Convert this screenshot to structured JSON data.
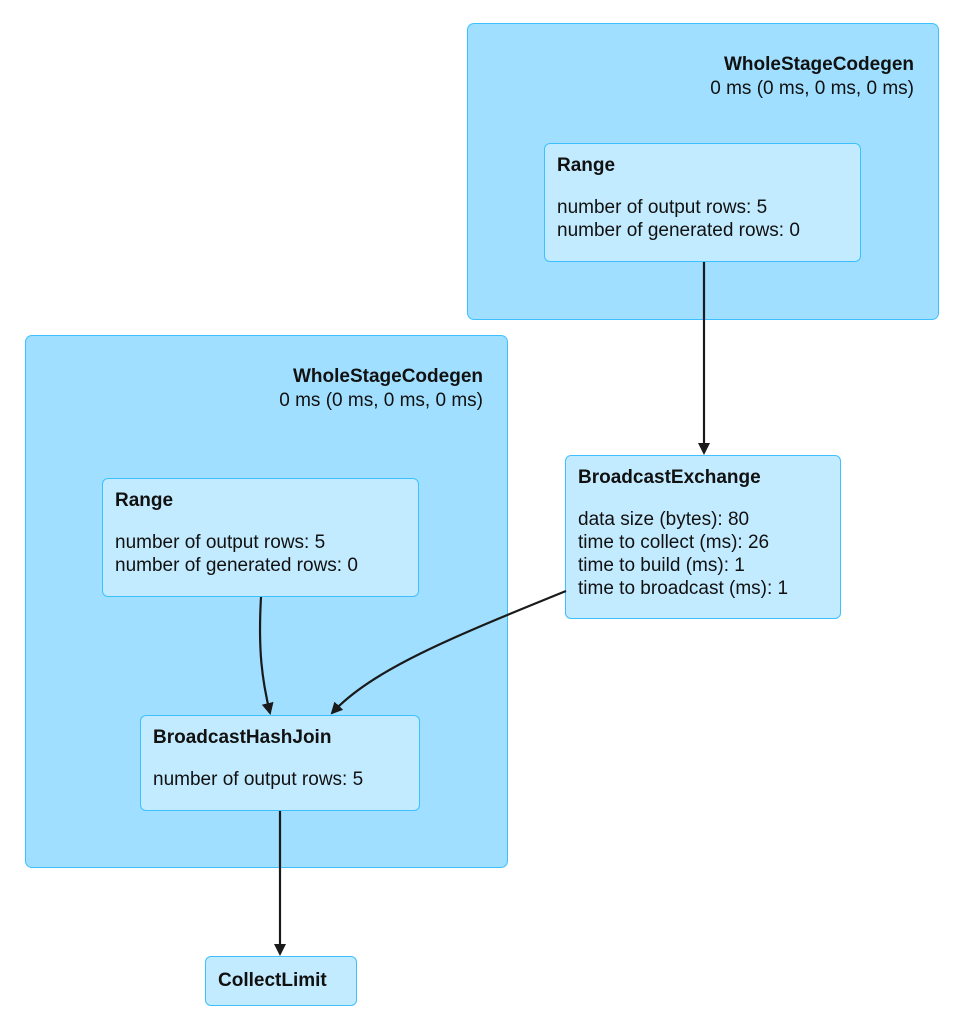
{
  "clusters": [
    {
      "title": "WholeStageCodegen",
      "duration": "0 ms (0 ms, 0 ms, 0 ms)"
    },
    {
      "title": "WholeStageCodegen",
      "duration": "0 ms (0 ms, 0 ms, 0 ms)"
    }
  ],
  "nodes": {
    "range_top": {
      "title": "Range",
      "metrics": [
        "number of output rows: 5",
        "number of generated rows: 0"
      ]
    },
    "broadcast_exchange": {
      "title": "BroadcastExchange",
      "metrics": [
        "data size (bytes): 80",
        "time to collect (ms): 26",
        "time to build (ms): 1",
        "time to broadcast (ms): 1"
      ]
    },
    "range_left": {
      "title": "Range",
      "metrics": [
        "number of output rows: 5",
        "number of generated rows: 0"
      ]
    },
    "broadcast_hash_join": {
      "title": "BroadcastHashJoin",
      "metrics": [
        "number of output rows: 5"
      ]
    },
    "collect_limit": {
      "title": "CollectLimit"
    }
  },
  "edges": [
    {
      "from": "range_top",
      "to": "broadcast_exchange"
    },
    {
      "from": "broadcast_exchange",
      "to": "broadcast_hash_join"
    },
    {
      "from": "range_left",
      "to": "broadcast_hash_join"
    },
    {
      "from": "broadcast_hash_join",
      "to": "collect_limit"
    }
  ],
  "colors": {
    "cluster_fill": "#A0DFFF",
    "node_fill": "#C3EBFF",
    "border": "#3EC0FF",
    "edge": "#1a1a1a"
  }
}
